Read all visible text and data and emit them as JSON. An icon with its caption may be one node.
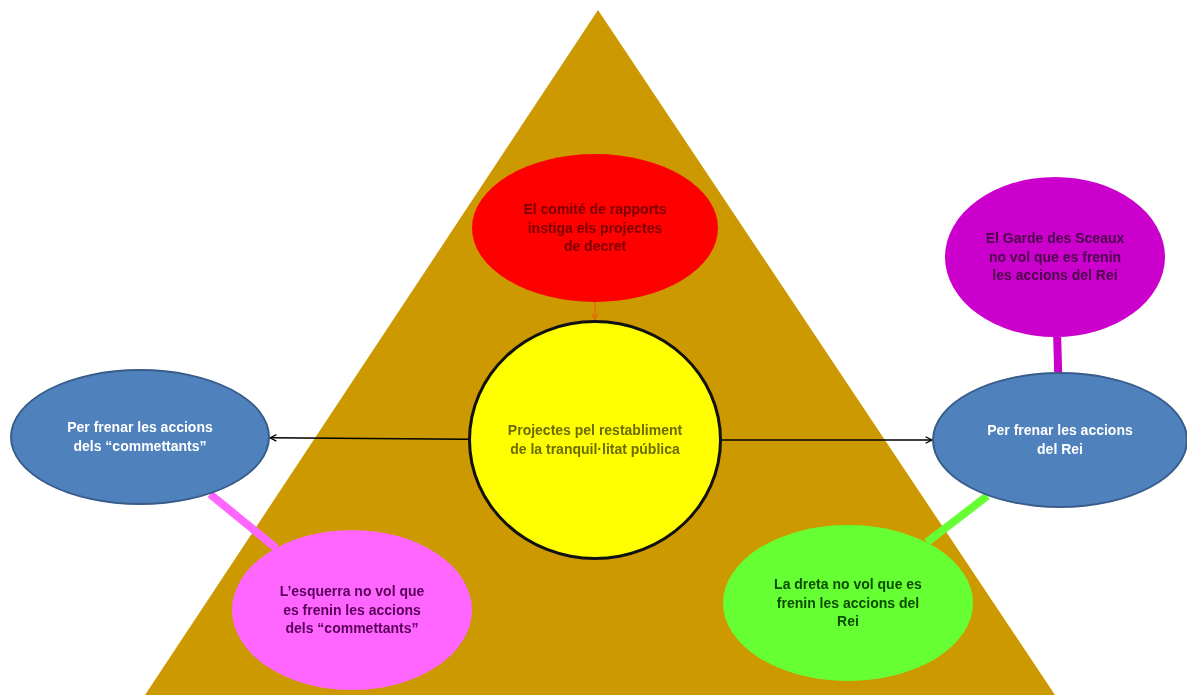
{
  "diagram": {
    "nodes": [
      {
        "text": [
          "El comité de rapports instiga els projectes de decret"
        ]
      },
      {
        "text": [
          "El Garde des Sceaux no vol que es frenin les accions del Rei"
        ]
      },
      {
        "text": [
          "Per frenar les accions dels “commettants”"
        ]
      },
      {
        "text": [
          "Projectes pel restabliment de la tranquil·litat pública"
        ]
      },
      {
        "text": [
          "Per frenar les accions del Rei"
        ]
      },
      {
        "text": [
          "L’esquerra no vol que es frenin les accions dels “commettants”"
        ]
      },
      {
        "text": [
          "La dreta no vol que es frenin les accions del Rei"
        ]
      }
    ],
    "edges": [
      {
        "from": 0,
        "to": 3,
        "arrow": "to",
        "color": "#e36c09"
      },
      {
        "from": 3,
        "to": 2,
        "arrow": "to"
      },
      {
        "from": 3,
        "to": 4,
        "arrow": "to"
      },
      {
        "from": 1,
        "to": 4,
        "arrow": "none",
        "style": "thick",
        "color": "#cc00cc"
      },
      {
        "from": 2,
        "to": 5,
        "arrow": "none",
        "style": "thick",
        "color": "#ff66ff"
      },
      {
        "from": 4,
        "to": 6,
        "arrow": "none",
        "style": "thick",
        "color": "#66ff33"
      }
    ]
  }
}
